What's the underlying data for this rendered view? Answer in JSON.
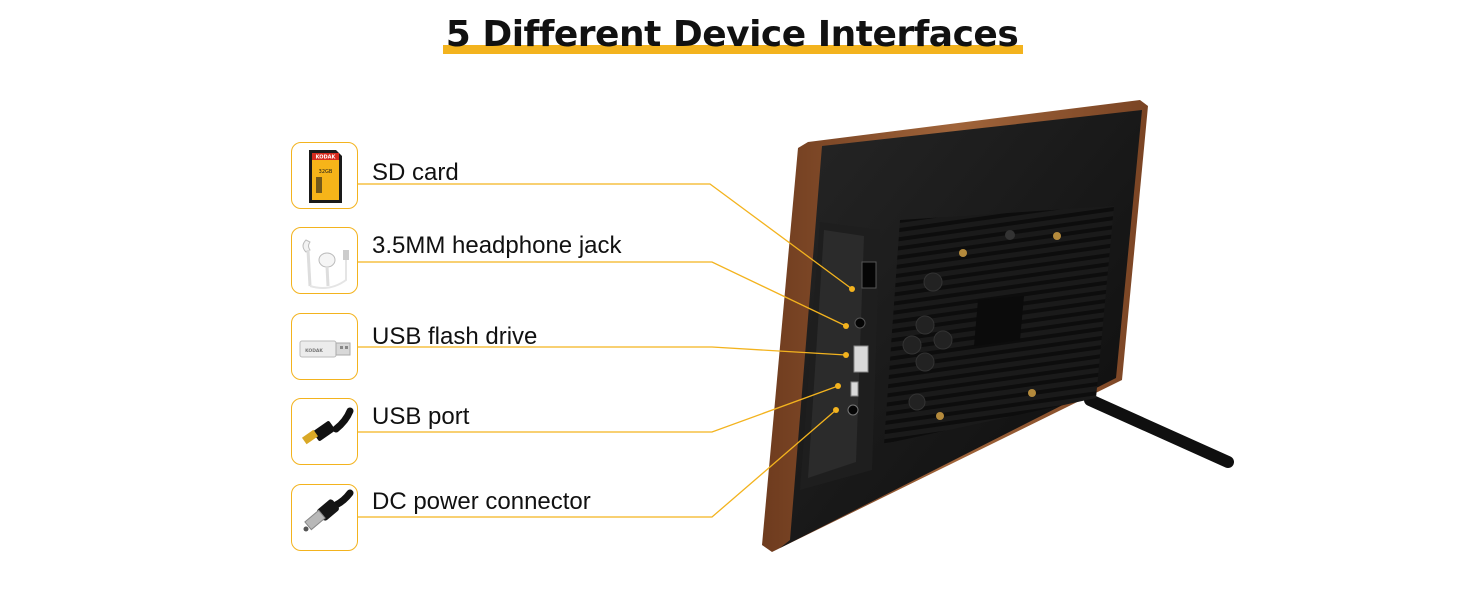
{
  "title": "5 Different Device Interfaces",
  "colors": {
    "accent": "#f3b31e",
    "wood": "#8a4f2a",
    "frame_back": "#151515"
  },
  "interfaces": [
    {
      "label": "SD card",
      "icon": "sd-card-icon"
    },
    {
      "label": "3.5MM headphone jack",
      "icon": "earphones-icon"
    },
    {
      "label": "USB flash drive",
      "icon": "usb-flash-drive-icon"
    },
    {
      "label": "USB port",
      "icon": "usb-cable-icon"
    },
    {
      "label": "DC power connector",
      "icon": "dc-plug-icon"
    }
  ],
  "sd_card": {
    "brand": "KODAK",
    "capacity": "32GB"
  },
  "flash_drive": {
    "brand": "KODAK"
  }
}
